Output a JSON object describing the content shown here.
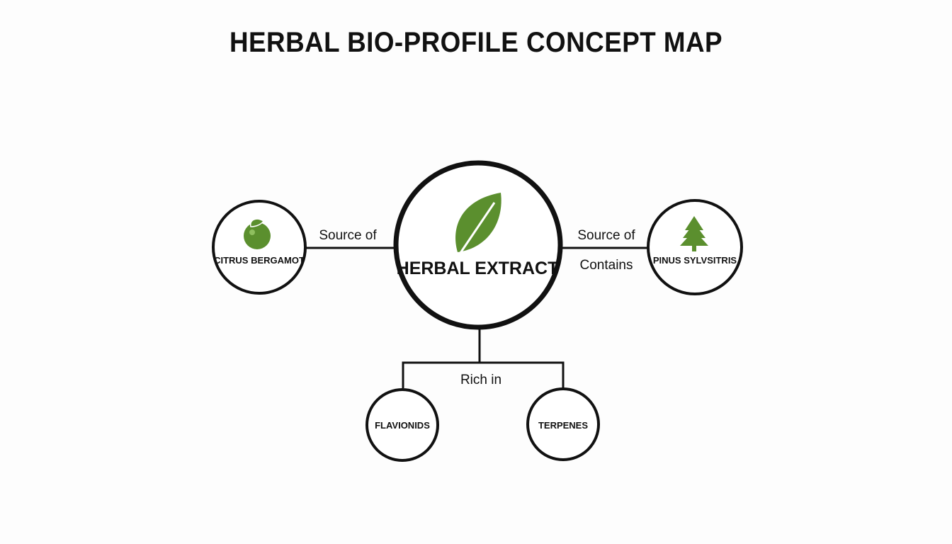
{
  "title": "HERBAL BIO-PROFILE CONCEPT MAP",
  "colors": {
    "line": "#111111",
    "leaf": "#5b8f2e",
    "background": "#fdfdfd"
  },
  "nodes": {
    "center": {
      "label": "HERBAL EXTRACT",
      "icon": "leaf-icon"
    },
    "left": {
      "label": "CITRUS BERGAMOT",
      "icon": "citrus-fruit-icon"
    },
    "right": {
      "label": "PINUS SYLVSITRIS",
      "icon": "pine-tree-icon"
    },
    "bottom_left": {
      "label": "FLAVIONIDS"
    },
    "bottom_right": {
      "label": "TERPENES"
    }
  },
  "edges": {
    "left": {
      "label": "Source of"
    },
    "right_top": {
      "label": "Source of"
    },
    "right_bottom": {
      "label": "Contains"
    },
    "bottom": {
      "label": "Rich in"
    }
  }
}
